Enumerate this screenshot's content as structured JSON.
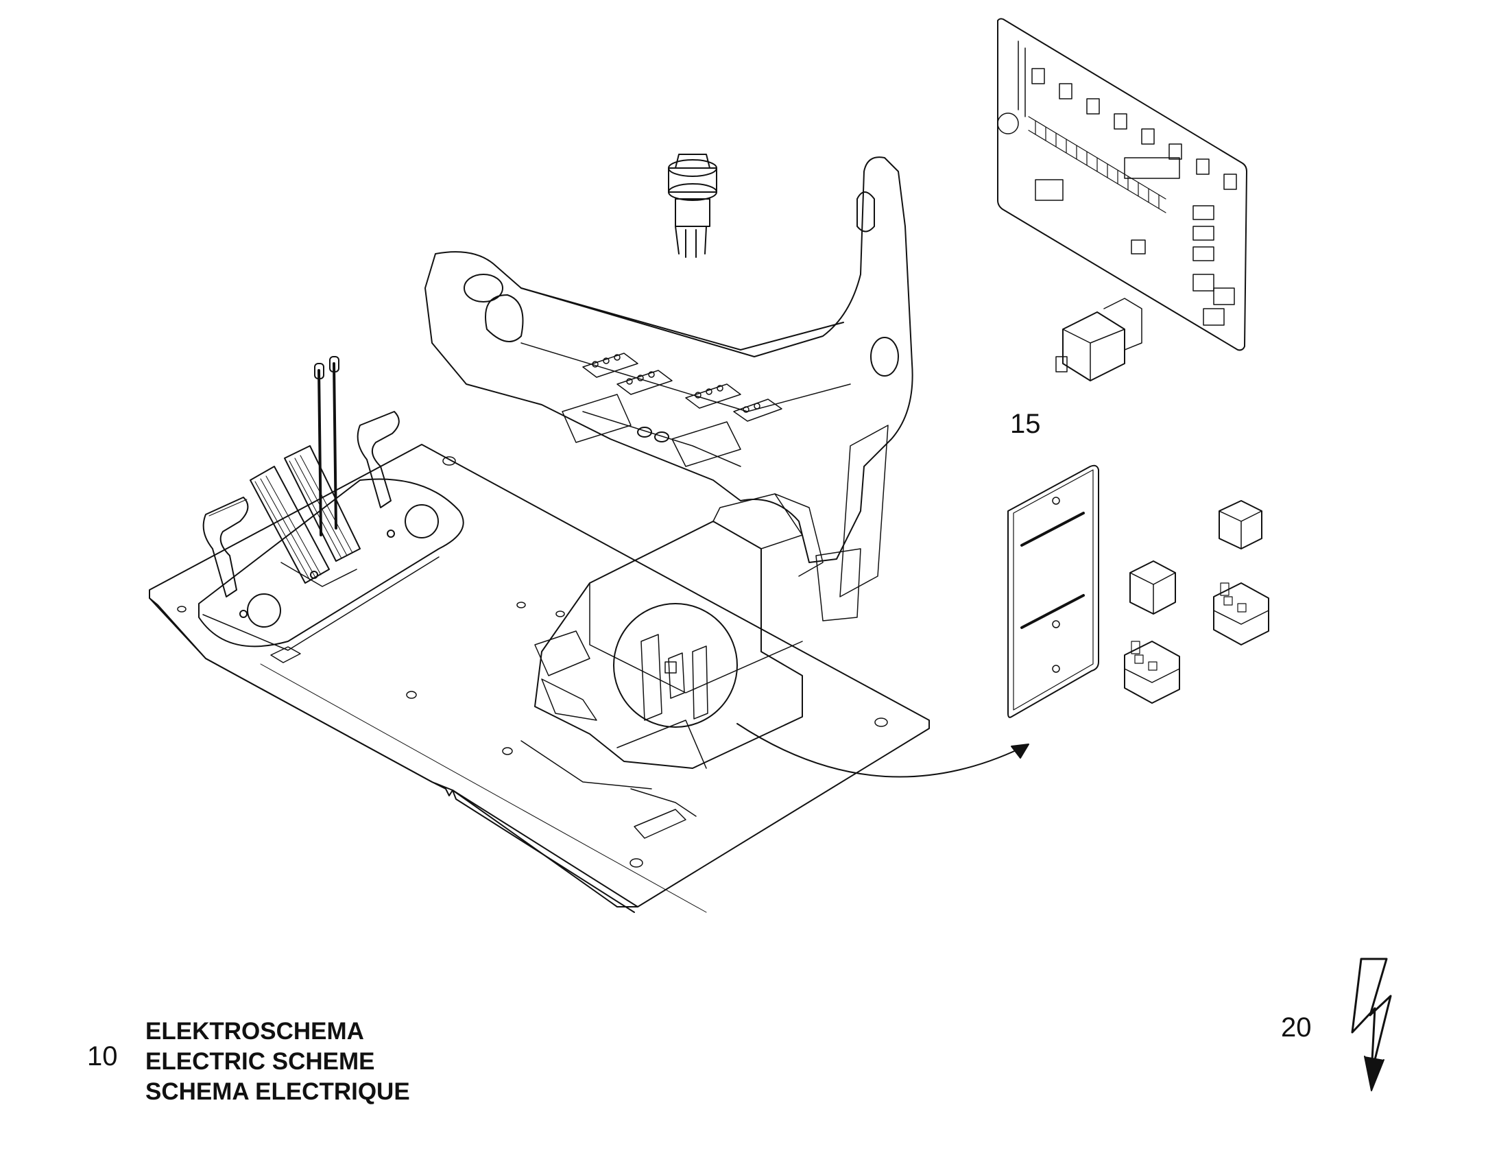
{
  "callouts": {
    "item_15": "15",
    "item_10": "10",
    "item_20": "20"
  },
  "title": {
    "line_nl": "ELEKTROSCHEMA",
    "line_en": "ELECTRIC SCHEME",
    "line_fr": "SCHEMA ELECTRIQUE"
  },
  "icons": {
    "electric": "lightning-bolt-icon"
  },
  "colors": {
    "line": "#111111",
    "background": "#ffffff"
  }
}
